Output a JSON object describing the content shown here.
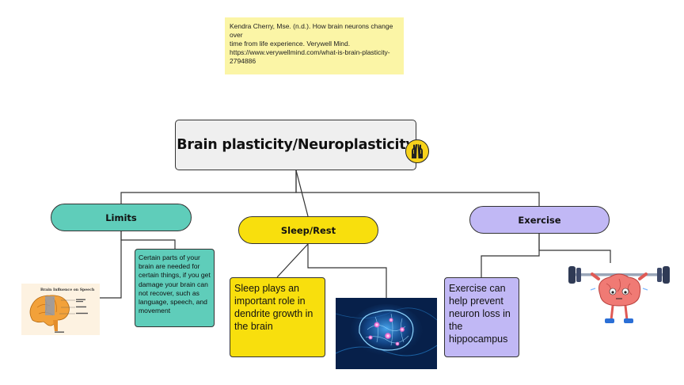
{
  "note": {
    "lines": [
      "Kendra Cherry, Mse. (n.d.). How brain neurons change over",
      "time from life experience. Verywell Mind.",
      "https://www.verywellmind.com/what-is-brain-plasticity-",
      "2794886"
    ]
  },
  "central": {
    "title": "Brain plasticity/Neuroplasticity"
  },
  "branches": {
    "limits": {
      "label": "Limits",
      "text": "Certain parts of your brain are needed for certain things, if you get damage your brain can not recover, such as language, speech, and movement",
      "image_title": "Brain Influence on Speech"
    },
    "sleep": {
      "label": "Sleep/Rest",
      "text": "Sleep plays an important role in dendrite growth in the brain"
    },
    "exercise": {
      "label": "Exercise",
      "text": "Exercise can help prevent neuron loss in the hippocampus"
    }
  },
  "colors": {
    "limits": "#5fcdba",
    "sleep": "#f8df0d",
    "exercise": "#c1b8f5",
    "central": "#efefef",
    "note": "#fbf5a6",
    "badge": "#f7d21b"
  },
  "icons": {
    "badge": "raised-hands-icon",
    "limits_image": "brain-speech-illustration",
    "sleep_image": "glowing-neuron-brain-image",
    "exercise_image": "brain-lifting-barbell-illustration"
  }
}
